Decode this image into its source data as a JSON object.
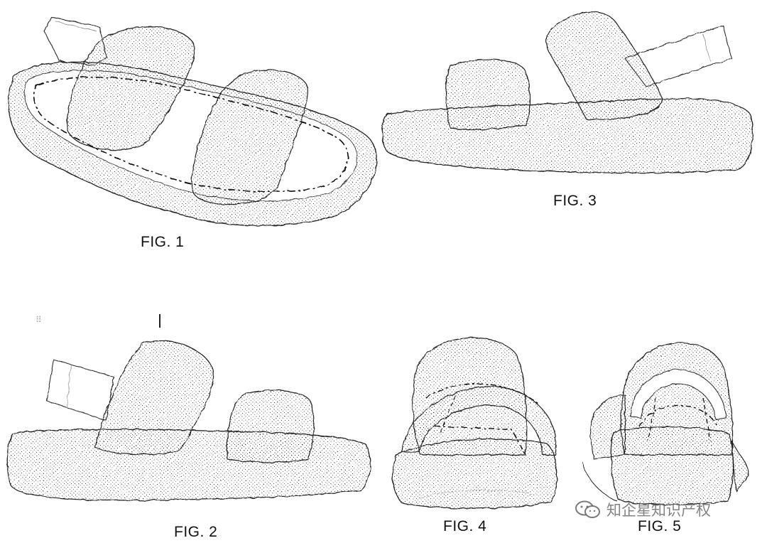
{
  "figures": [
    {
      "id": "fig1",
      "label": "FIG. 1"
    },
    {
      "id": "fig2",
      "label": "FIG. 2"
    },
    {
      "id": "fig3",
      "label": "FIG. 3"
    },
    {
      "id": "fig4",
      "label": "FIG. 4"
    },
    {
      "id": "fig5",
      "label": "FIG. 5"
    }
  ],
  "watermark": {
    "text": "知企星知识产权",
    "icon": "wechat-icon"
  },
  "colors": {
    "line": "#222222",
    "stipple": "#1a1a1a",
    "background": "#ffffff"
  }
}
